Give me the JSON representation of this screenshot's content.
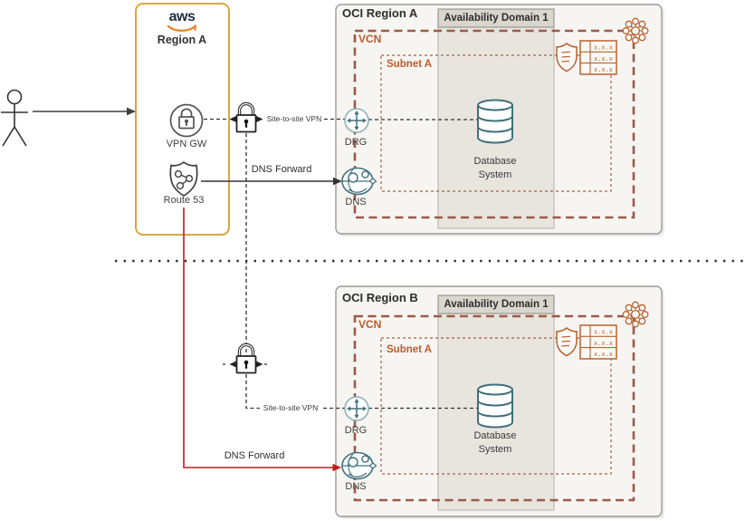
{
  "colors": {
    "aws_border": "#d9a741",
    "aws_dark": "#232f3e",
    "aws_orange": "#e8872e",
    "oci_box_bg": "#f7f5f2",
    "oci_box_border": "#9b9a96",
    "ad_band_bg": "#e8e5df",
    "ad_header_bg": "#d9d6ce",
    "vcn_dash": "#9a5b4a",
    "vcn_label_color": "#bd5b2b",
    "oci_icon_orange": "#b9622f",
    "teal_icon": "#41707b",
    "red_line": "#c11b1b",
    "line_dark": "#333333"
  },
  "aws_region": {
    "logo_text": "aws",
    "title": "Region A",
    "vpn_gw_label": "VPN GW",
    "route53_label": "Route 53"
  },
  "connections": {
    "site_to_site_vpn_a": "Site-to-site VPN",
    "dns_forward_a": "DNS Forward",
    "site_to_site_vpn_b": "Site-to-site VPN",
    "dns_forward_b": "DNS Forward"
  },
  "oci_region_a": {
    "title": "OCI Region A",
    "availability_domain": "Availability Domain 1",
    "vcn_label": "VCN",
    "subnet_label": "Subnet A",
    "drg_label": "DRG",
    "dns_label": "DNS",
    "database_label": "Database System",
    "route_table_cells": [
      "x.x.x",
      "x.x.x",
      "x.x.x"
    ]
  },
  "oci_region_b": {
    "title": "OCI Region B",
    "availability_domain": "Availability Domain 1",
    "vcn_label": "VCN",
    "subnet_label": "Subnet A",
    "drg_label": "DRG",
    "dns_label": "DNS",
    "database_label": "Database System",
    "route_table_cells": [
      "x.x.x",
      "x.x.x",
      "x.x.x"
    ]
  }
}
